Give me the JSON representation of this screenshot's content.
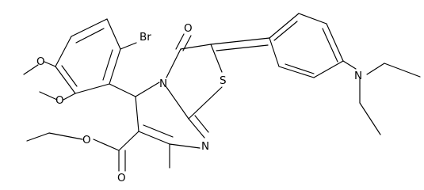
{
  "atom_labels": {
    "br": "Br",
    "o_methoxy_upper": "O",
    "o_methoxy_lower": "O",
    "o_ketone": "O",
    "n_ring_bridge": "N",
    "s_thiazole": "S",
    "n_ring_imine": "N",
    "n_diethylamino": "N",
    "o_ester_carbonyl": "O",
    "o_ester_ether": "O"
  }
}
